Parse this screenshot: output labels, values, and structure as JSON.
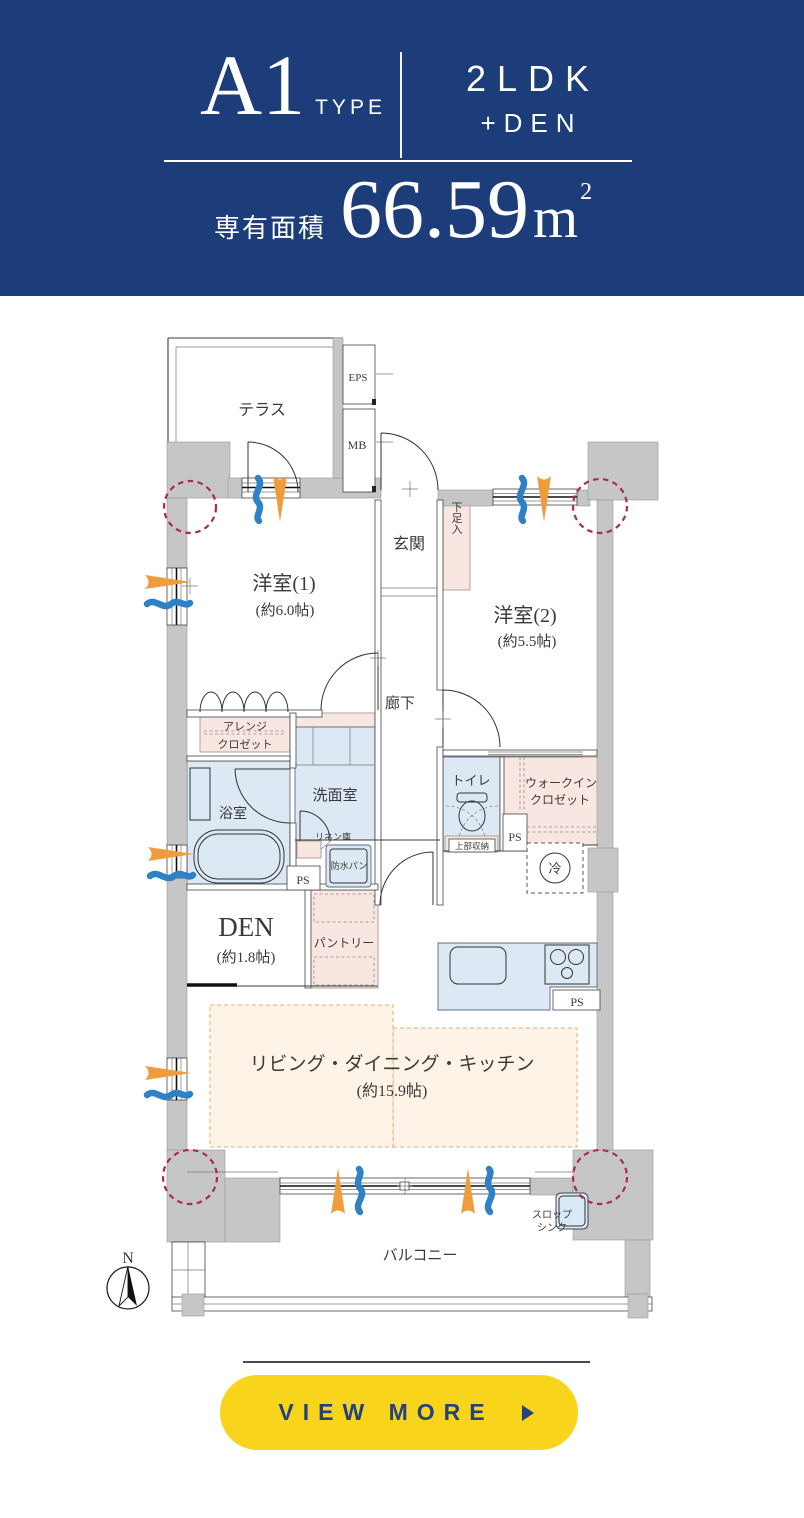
{
  "header": {
    "type_name": "A1",
    "type_suffix": "TYPE",
    "layout_main": "2LDK",
    "layout_sub": "+DEN",
    "area_label": "専有面積",
    "area_value": "66.59",
    "area_unit": "m",
    "area_sup": "2"
  },
  "plan": {
    "rooms": {
      "terrace": "テラス",
      "eps": "EPS",
      "mb": "MB",
      "entrance": "玄関",
      "shoe_box": "下足入",
      "western1": "洋室(1)",
      "western1_size": "(約6.0帖)",
      "western2": "洋室(2)",
      "western2_size": "(約5.5帖)",
      "hallway": "廊下",
      "closet_a": "アレンジ",
      "closet_b": "クロゼット",
      "bathroom": "浴室",
      "washroom": "洗面室",
      "linen": "リネン庫",
      "waterproof_pan": "防水パン",
      "ps": "PS",
      "toilet": "トイレ",
      "upper_storage": "上部収納",
      "wic_a": "ウォークイン",
      "wic_b": "クロゼット",
      "fridge": "冷",
      "den": "DEN",
      "den_size": "(約1.8帖)",
      "pantry": "パントリー",
      "ldk": "リビング・ダイニング・キッチン",
      "ldk_size": "(約15.9帖)",
      "balcony": "バルコニー",
      "slop_a": "スロップ",
      "slop_b": "シンク",
      "north": "N"
    }
  },
  "cta": {
    "label": "VIEW MORE"
  },
  "colors": {
    "navy": "#1c3d7a",
    "yellow": "#f9d41d",
    "wall_gray": "#c6c6c7",
    "room_pink": "#f8e7e0",
    "room_blue": "#dce8f3",
    "ldk_cream": "#fdf3e6",
    "accent_red": "#ac2a4e",
    "vent_orange": "#ef9c3c",
    "vent_blue": "#2e81c4"
  }
}
